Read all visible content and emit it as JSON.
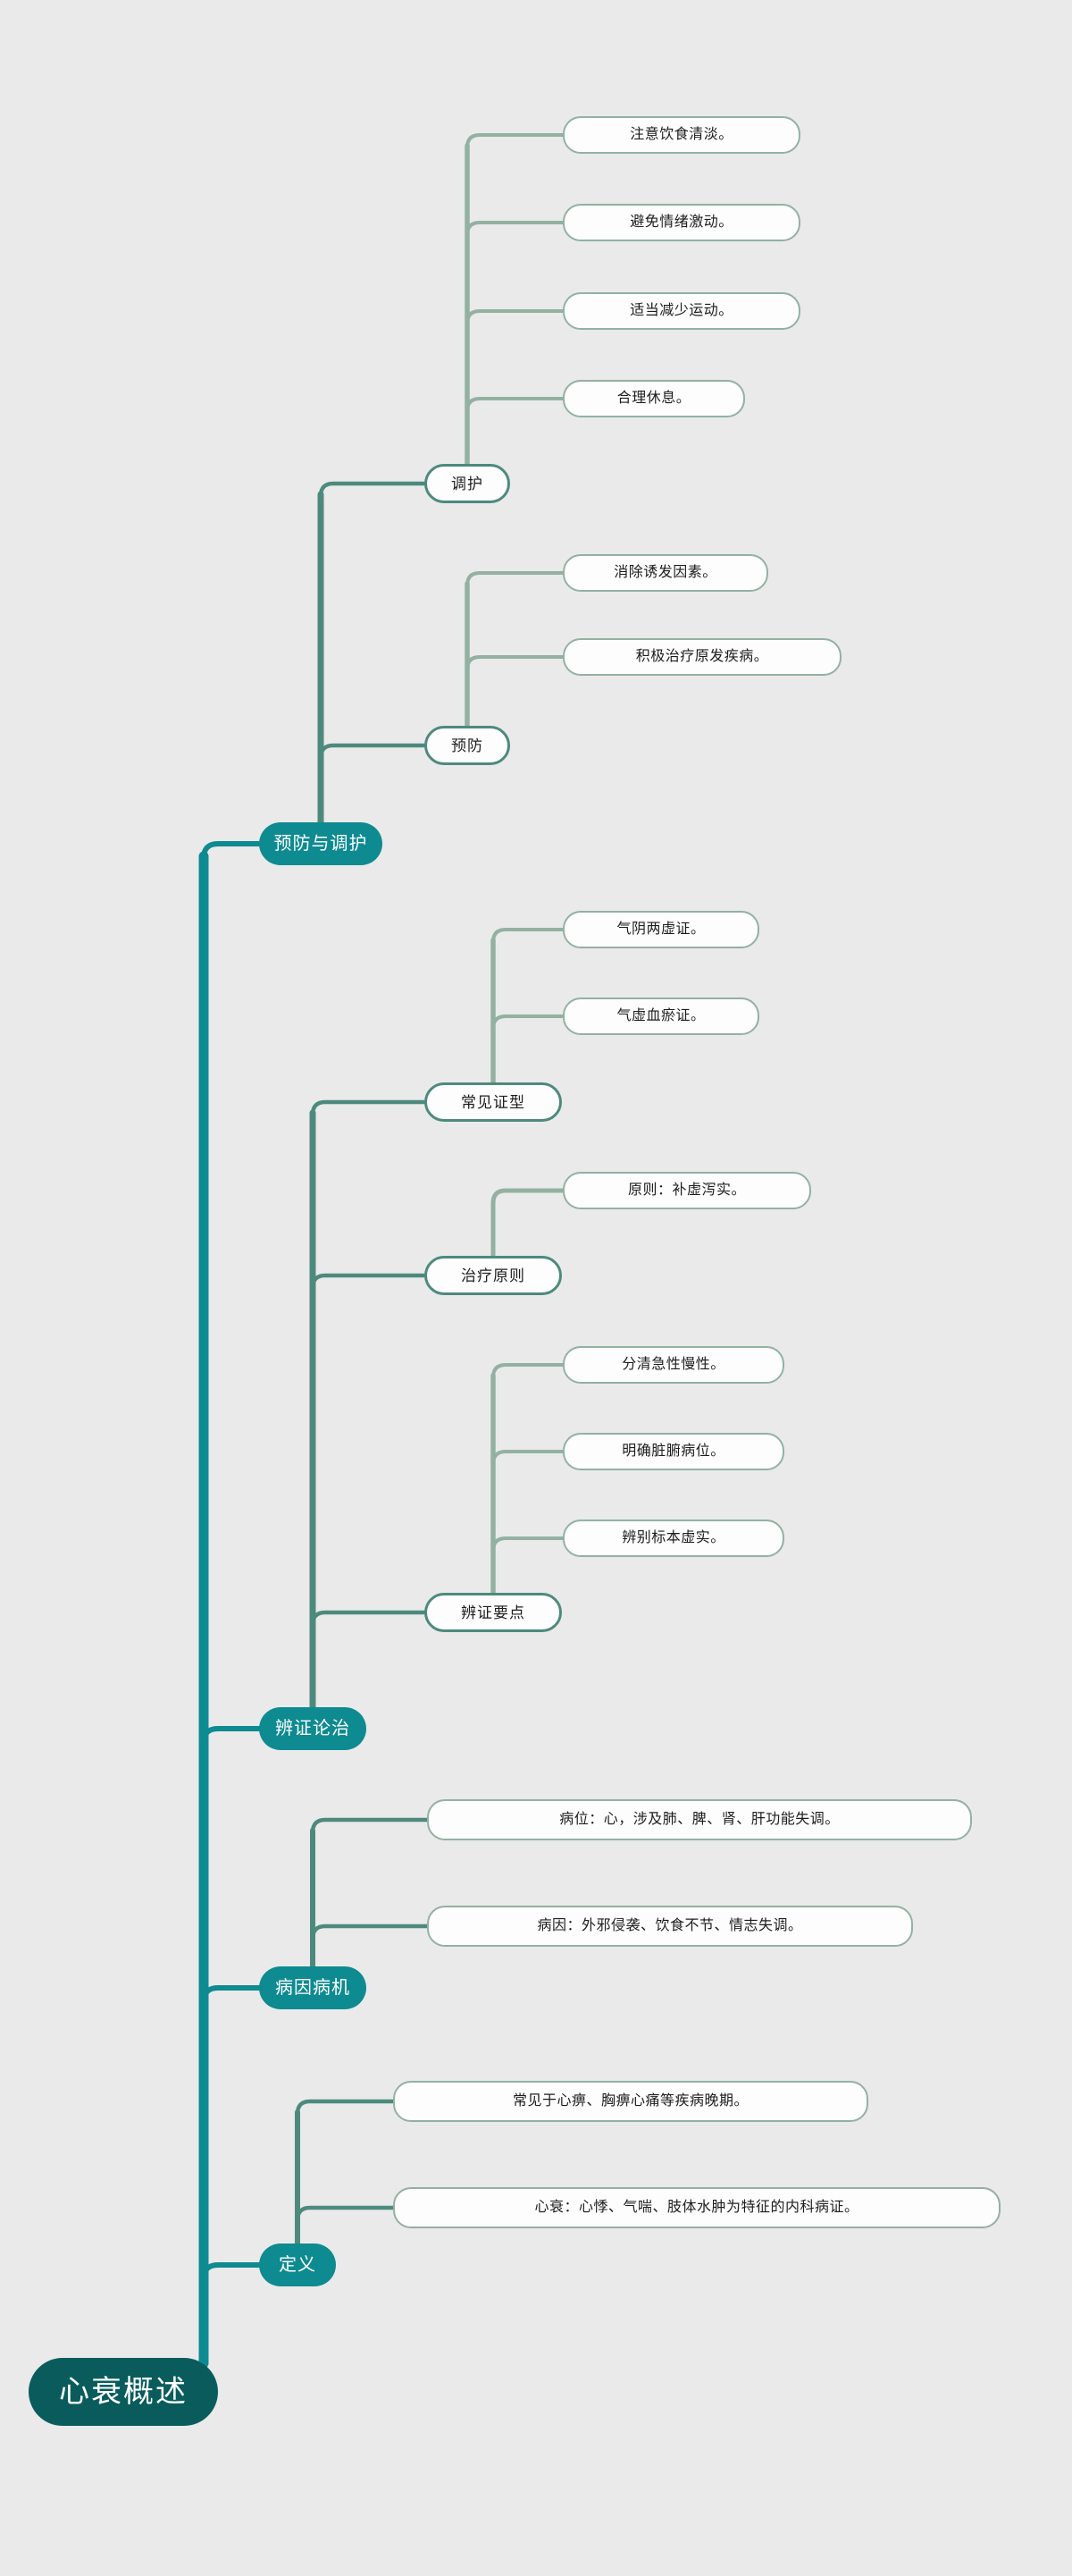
{
  "theme": {
    "background": "#eaeaea",
    "root_fill": "#0a5c5c",
    "level1_fill": "#0e8a91",
    "level2_border": "#4d8a7d",
    "leaf_border": "#93b1a2",
    "node_fill": "#fdfdfd",
    "text_dark": "#1d1d1d",
    "text_light": "#ffffff"
  },
  "diagram": {
    "type": "mind-map",
    "orientation": "left-to-right",
    "root": {
      "id": "root",
      "label": "心衰概述"
    }
  },
  "nodes": {
    "root": "心衰概述",
    "branch_prevention": "预防与调护",
    "branch_syndrome": "辨证论治",
    "branch_etiology": "病因病机",
    "branch_definition": "定义",
    "sub_tiaohu": "调护",
    "sub_yufang": "预防",
    "sub_changjian": "常见证型",
    "sub_zhiliao": "治疗原则",
    "sub_bianzheng": "辨证要点",
    "leaf_diet": "注意饮食清淡。",
    "leaf_emotion": "避免情绪激动。",
    "leaf_exercise": "适当减少运动。",
    "leaf_rest": "合理休息。",
    "leaf_trigger": "消除诱发因素。",
    "leaf_primary": "积极治疗原发疾病。",
    "leaf_qiyin": "气阴两虚证。",
    "leaf_qixu": "气虚血瘀证。",
    "leaf_principle": "原则：补虚泻实。",
    "leaf_acute": "分清急性慢性。",
    "leaf_organ": "明确脏腑病位。",
    "leaf_root": "辨别标本虚实。",
    "leaf_location": "病位：心，涉及肺、脾、肾、肝功能失调。",
    "leaf_cause": "病因：外邪侵袭、饮食不节、情志失调。",
    "leaf_common": "常见于心痹、胸痹心痛等疾病晚期。",
    "leaf_define": "心衰：心悸、气喘、肢体水肿为特征的内科病证。"
  },
  "tree": [
    {
      "key": "branch_prevention",
      "label": "预防与调护",
      "children": [
        {
          "key": "sub_tiaohu",
          "label": "调护",
          "children": [
            {
              "key": "leaf_diet",
              "label": "注意饮食清淡。"
            },
            {
              "key": "leaf_emotion",
              "label": "避免情绪激动。"
            },
            {
              "key": "leaf_exercise",
              "label": "适当减少运动。"
            },
            {
              "key": "leaf_rest",
              "label": "合理休息。"
            }
          ]
        },
        {
          "key": "sub_yufang",
          "label": "预防",
          "children": [
            {
              "key": "leaf_trigger",
              "label": "消除诱发因素。"
            },
            {
              "key": "leaf_primary",
              "label": "积极治疗原发疾病。"
            }
          ]
        }
      ]
    },
    {
      "key": "branch_syndrome",
      "label": "辨证论治",
      "children": [
        {
          "key": "sub_changjian",
          "label": "常见证型",
          "children": [
            {
              "key": "leaf_qiyin",
              "label": "气阴两虚证。"
            },
            {
              "key": "leaf_qixu",
              "label": "气虚血瘀证。"
            }
          ]
        },
        {
          "key": "sub_zhiliao",
          "label": "治疗原则",
          "children": [
            {
              "key": "leaf_principle",
              "label": "原则：补虚泻实。"
            }
          ]
        },
        {
          "key": "sub_bianzheng",
          "label": "辨证要点",
          "children": [
            {
              "key": "leaf_acute",
              "label": "分清急性慢性。"
            },
            {
              "key": "leaf_organ",
              "label": "明确脏腑病位。"
            },
            {
              "key": "leaf_root",
              "label": "辨别标本虚实。"
            }
          ]
        }
      ]
    },
    {
      "key": "branch_etiology",
      "label": "病因病机",
      "children": [
        {
          "key": "leaf_location",
          "label": "病位：心，涉及肺、脾、肾、肝功能失调。"
        },
        {
          "key": "leaf_cause",
          "label": "病因：外邪侵袭、饮食不节、情志失调。"
        }
      ]
    },
    {
      "key": "branch_definition",
      "label": "定义",
      "children": [
        {
          "key": "leaf_common",
          "label": "常见于心痹、胸痹心痛等疾病晚期。"
        },
        {
          "key": "leaf_define",
          "label": "心衰：心悸、气喘、肢体水肿为特征的内科病证。"
        }
      ]
    }
  ]
}
